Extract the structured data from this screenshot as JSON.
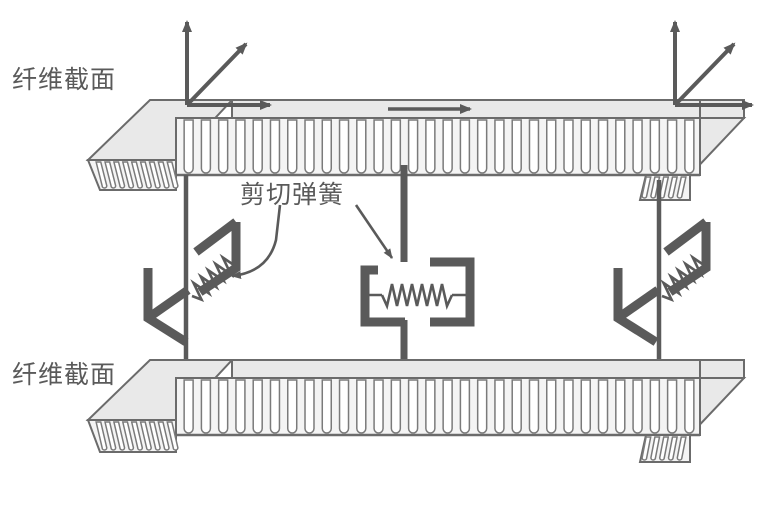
{
  "figure": {
    "title": "Fiber-section beam model with shear springs",
    "background_color": "#ffffff",
    "line_color": "#6b6b6b",
    "dark_color": "#5a5a5a",
    "flange_fill": "#e9e9e9",
    "web_fill": "#efefef",
    "fiber_fill": "#f4f4f4",
    "text_color": "#5a5a5a"
  },
  "labels": {
    "fiber_section_top": "纤维截面",
    "fiber_section_bottom": "纤维截面",
    "shear_spring": "剪切弹簧"
  },
  "axes": {
    "top_left": {
      "vertical_arrow": "up-arrow",
      "diagonal_arrow": "diagonal-up-right-arrow",
      "horizontal_arrow": "right-arrow"
    },
    "top_right": {
      "vertical_arrow": "up-arrow",
      "diagonal_arrow": "diagonal-up-right-arrow",
      "horizontal_arrow": "right-arrow"
    }
  },
  "beams": {
    "top": {
      "name": "top-fiber-section-beam",
      "fiber_count": 30,
      "load_arrow": "right-arrow"
    },
    "bottom": {
      "name": "bottom-fiber-section-beam",
      "fiber_count": 30,
      "load_arrow": "none"
    }
  },
  "springs": {
    "left": {
      "name": "left-shear-spring",
      "orientation": "diagonal",
      "coils": 6
    },
    "center": {
      "name": "center-shear-spring",
      "orientation": "horizontal",
      "coils": 7
    },
    "right": {
      "name": "right-shear-spring",
      "orientation": "diagonal",
      "coils": 6
    }
  },
  "leaders": {
    "to_left_spring": "curved-leader-arrow",
    "to_center_spring": "straight-leader-arrow"
  }
}
